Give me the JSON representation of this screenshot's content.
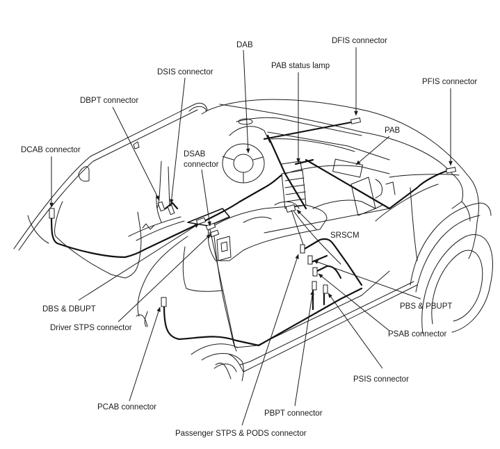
{
  "diagram": {
    "title": "SRS component locations",
    "colors": {
      "line": "#1a1a1a",
      "background": "#ffffff"
    },
    "callouts": [
      {
        "id": "dab",
        "label": "DAB"
      },
      {
        "id": "dfis",
        "label": "DFIS connector"
      },
      {
        "id": "pab-lamp",
        "label": "PAB status lamp"
      },
      {
        "id": "dsis",
        "label": "DSIS connector"
      },
      {
        "id": "pfis",
        "label": "PFIS connector"
      },
      {
        "id": "dbpt",
        "label": "DBPT connector"
      },
      {
        "id": "pab",
        "label": "PAB"
      },
      {
        "id": "dcab",
        "label": "DCAB connector"
      },
      {
        "id": "dsab-1",
        "label": "DSAB"
      },
      {
        "id": "dsab-2",
        "label": "connector"
      },
      {
        "id": "srscm",
        "label": "SRSCM"
      },
      {
        "id": "dbs",
        "label": "DBS & DBUPT"
      },
      {
        "id": "pbs",
        "label": "PBS & PBUPT"
      },
      {
        "id": "driver-stps",
        "label": "Driver STPS connector"
      },
      {
        "id": "psab",
        "label": "PSAB connector"
      },
      {
        "id": "psis",
        "label": "PSIS connector"
      },
      {
        "id": "pcab",
        "label": "PCAB connector"
      },
      {
        "id": "pbpt",
        "label": "PBPT connector"
      },
      {
        "id": "pstps",
        "label": "Passenger STPS & PODS connector"
      }
    ]
  }
}
